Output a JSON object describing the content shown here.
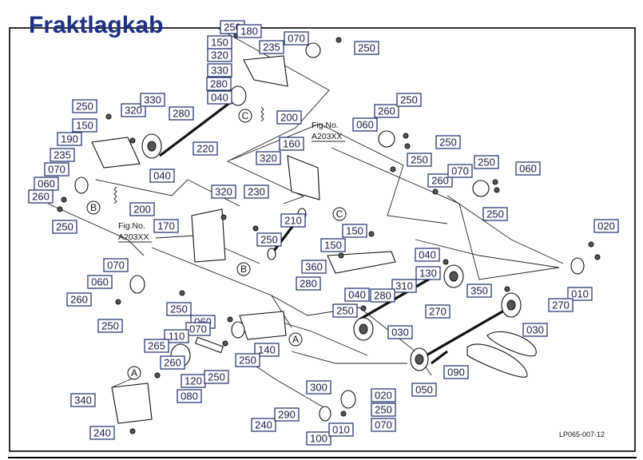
{
  "title": "Fraktlagkab",
  "figure_code": "LP065-007-12",
  "fig_refs": [
    {
      "fig": "Fig.No.",
      "num": "A203XX"
    },
    {
      "fig": "Fig.No.",
      "num": "A203XX"
    }
  ],
  "callouts": [
    "B",
    "C",
    "C",
    "B",
    "A",
    "A"
  ],
  "part_labels": [
    "250",
    "180",
    "150",
    "320",
    "330",
    "280",
    "040",
    "235",
    "070",
    "250",
    "200",
    "250",
    "320",
    "330",
    "150",
    "280",
    "190",
    "220",
    "235",
    "070",
    "040",
    "060",
    "260",
    "250",
    "200",
    "160",
    "320",
    "230",
    "210",
    "320",
    "250",
    "170",
    "070",
    "060",
    "260",
    "250",
    "250",
    "150",
    "150",
    "360",
    "280",
    "040",
    "130",
    "310",
    "280",
    "040",
    "250",
    "060",
    "070",
    "140",
    "110",
    "265",
    "260",
    "120",
    "250",
    "250",
    "080",
    "340",
    "240",
    "300",
    "240",
    "290",
    "100",
    "010",
    "020",
    "250",
    "070",
    "060",
    "260",
    "250",
    "250",
    "250",
    "260",
    "070",
    "250",
    "060",
    "250",
    "020",
    "010",
    "270",
    "350",
    "270",
    "030",
    "030",
    "050",
    "090"
  ]
}
